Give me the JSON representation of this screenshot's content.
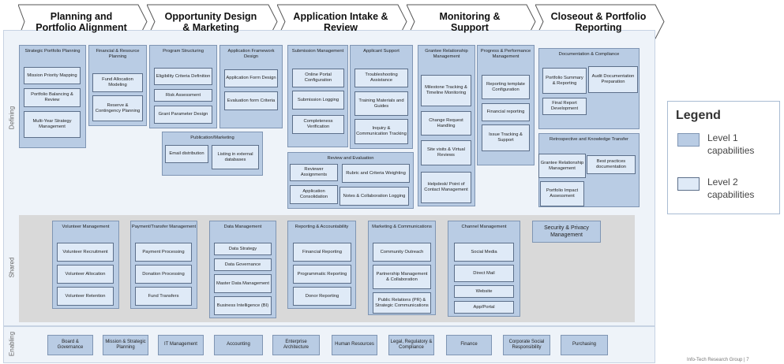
{
  "phases": [
    "Planning and Portfolio Alignment",
    "Opportunity Design & Marketing",
    "Application Intake & Review",
    "Monitoring & Support",
    "Closeout & Portfolio Reporting"
  ],
  "row_labels": {
    "defining": "Defining",
    "shared": "Shared",
    "enabling": "Enabling"
  },
  "defining": {
    "strategic": {
      "title": "Strategic Portfolio Planning",
      "items": [
        "Mission Priority Mapping",
        "Portfolio Balancing & Review",
        "Multi-Year Strategy Management"
      ]
    },
    "financial": {
      "title": "Financial & Resource Planning",
      "items": [
        "Fund Allocation Modeling",
        "Reserve & Contingency Planning"
      ]
    },
    "program": {
      "title": "Program Structuring",
      "items": [
        "Eligibility Criteria Definition",
        "Risk Assessment",
        "Grant Parameter Design"
      ]
    },
    "framework": {
      "title": "Application Framework Design",
      "items": [
        "Application Form Design",
        "Evaluation form Criteria"
      ]
    },
    "publication": {
      "title": "Publication/Marketing",
      "items": [
        "Email distribution",
        "Listing in external databases"
      ]
    },
    "submission": {
      "title": "Submission Management",
      "items": [
        "Online Portal Configuration",
        "Submission Logging",
        "Completeness Verification"
      ]
    },
    "applicant": {
      "title": "Applicant Support",
      "items": [
        "Troubleshooting Assistance",
        "Training Materials and Guides",
        "Inquiry & Communication Tracking"
      ]
    },
    "review": {
      "title": "Review and Evaluation",
      "items": [
        "Reviewer Assignments",
        "Rubric and Criteria Weighting",
        "Application Consolidation",
        "Notes & Collaboration Logging"
      ]
    },
    "grantee": {
      "title": "Grantee Relationship Management",
      "items": [
        "Milestone Tracking & Timeline Monitoring",
        "Change Request Handling",
        "Site visits & Virtual Reviews",
        "Helpdesk/ Point of Contact Management"
      ]
    },
    "progress": {
      "title": "Progress & Performance Management",
      "items": [
        "Reporting template Configuration",
        "Financial reporting",
        "Issue Tracking & Support"
      ]
    },
    "documentation": {
      "title": "Documentation & Compliance",
      "items": [
        "Portfolio Summary & Reporting",
        "Audit Documentation Preparation",
        "Final Report Development"
      ]
    },
    "retrospective": {
      "title": "Retrospective and Knowledge Transfer",
      "items": [
        "Grantee Relationship Management",
        "Best practices documentation",
        "Portfolio Impact Assessment"
      ]
    }
  },
  "shared": {
    "volunteer": {
      "title": "Volunteer Management",
      "items": [
        "Volunteer Recruitment",
        "Volunteer Allocation",
        "Volunteer Retention"
      ]
    },
    "payment": {
      "title": "Payment/Transfer Management",
      "items": [
        "Payment Processing",
        "Donation Processing",
        "Fund Transfers"
      ]
    },
    "data": {
      "title": "Data Management",
      "items": [
        "Data Strategy",
        "Data Governance",
        "Master Data Management",
        "Business Intelligence (BI)"
      ]
    },
    "reporting": {
      "title": "Reporting & Accountability",
      "items": [
        "Financial Reporting",
        "Programmatic Reporting",
        "Donor Reporting"
      ]
    },
    "marketing": {
      "title": "Marketing & Communications",
      "items": [
        "Community Outreach",
        "Partnership Management & Collaboration",
        "Public Relations (PR) & Strategic Communications"
      ]
    },
    "channel": {
      "title": "Channel Management",
      "items": [
        "Social Media",
        "Direct Mail",
        "Website",
        "App/Portal"
      ]
    },
    "security": "Security & Privacy Management"
  },
  "enabling": [
    "Board & Governance",
    "Mission & Strategic Planning",
    "IT Management",
    "Accounting",
    "Enterprise Architecture",
    "Human Resources",
    "Legal, Regulatory & Compliance",
    "Finance",
    "Corporate Social Responsibility",
    "Purchasing"
  ],
  "legend": {
    "title": "Legend",
    "level1": "Level 1 capabilities",
    "level2": "Level 2 capabilities"
  },
  "footer": "Info-Tech Research Group  |  7",
  "colors": {
    "level1": "#b9cce4",
    "level2": "#dfeaf7",
    "band": "#eef3f9",
    "shared": "#d9d9d9"
  }
}
